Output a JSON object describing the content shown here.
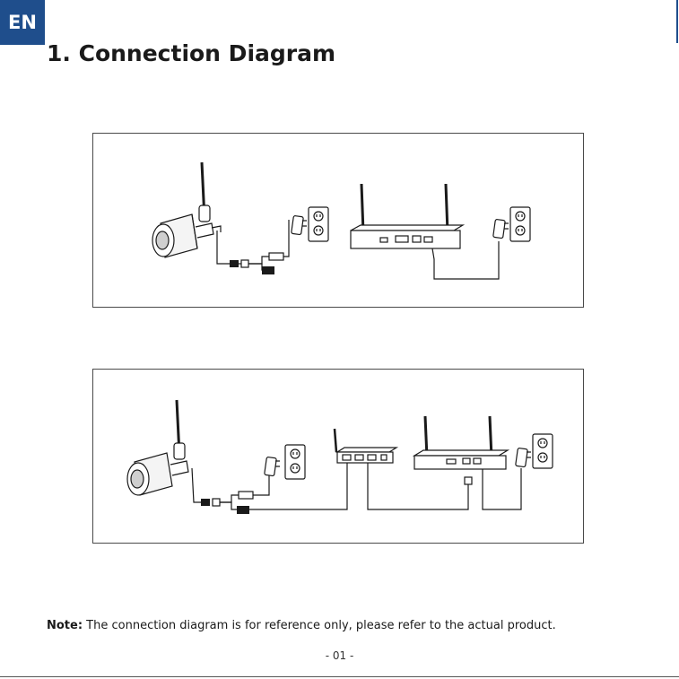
{
  "header": {
    "lang_badge": "EN",
    "title": "1. Connection Diagram"
  },
  "footer": {
    "note_label": "Note:",
    "note_text": " The connection diagram is for reference only, please refer to the actual product.",
    "page_number": "- 01 -"
  },
  "colors": {
    "accent": "#1f4e8c",
    "line": "#1a1a1a"
  },
  "diagrams": [
    {
      "name": "direct-connection",
      "items": [
        "camera-icon",
        "power-adapter-icon",
        "wall-outlet-icon",
        "nvr-icon",
        "power-adapter-icon",
        "wall-outlet-icon"
      ]
    },
    {
      "name": "router-connection",
      "items": [
        "camera-icon",
        "power-adapter-icon",
        "wall-outlet-icon",
        "router-icon",
        "nvr-icon",
        "power-adapter-icon",
        "wall-outlet-icon"
      ]
    }
  ]
}
